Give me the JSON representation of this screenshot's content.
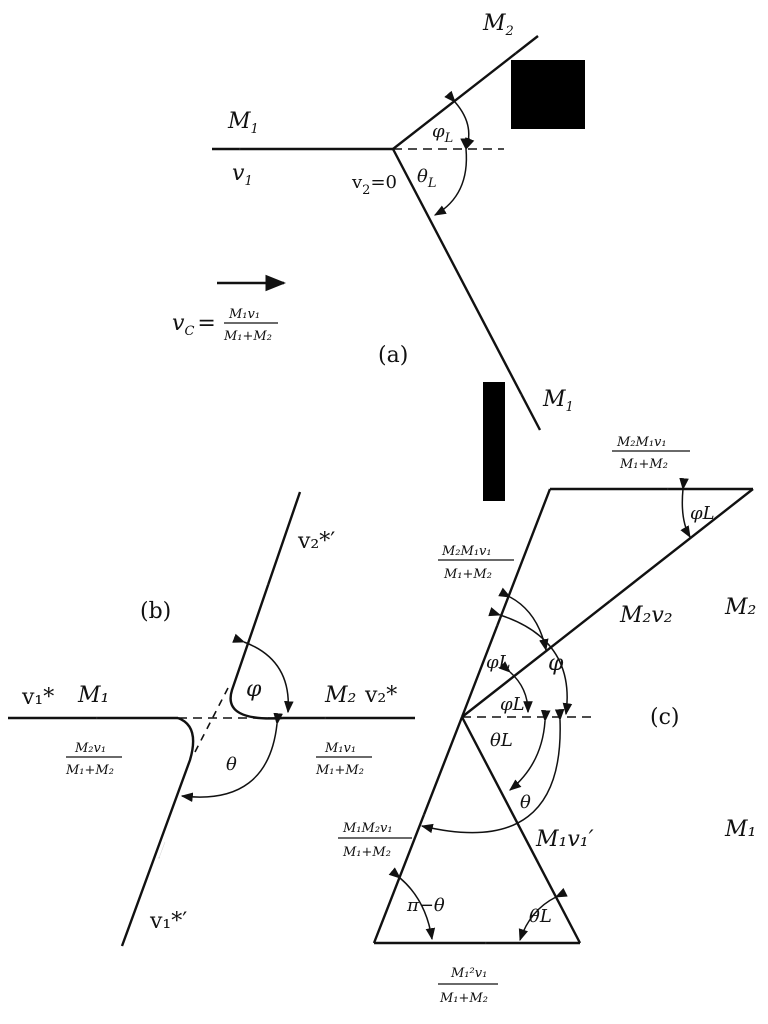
{
  "panel_a": {
    "panel_label": "(a)",
    "m2": "M",
    "m2_sub": "2",
    "m1_in": "M",
    "m1_in_sub": "1",
    "v1": "v",
    "v1_sub": "1",
    "v2_eq": "v",
    "v2_sub": "2",
    "v2_val": "=0",
    "phi_l": "φ",
    "phi_l_sub": "L",
    "theta_l": "θ",
    "theta_l_sub": "L",
    "m1_out": "M",
    "m1_out_sub": "1",
    "vc_lhs": "v",
    "vc_lhs_sub": "C",
    "vc_eq": "=",
    "vc_num": "M₁v₁",
    "vc_den": "M₁+M₂"
  },
  "panel_b": {
    "panel_label": "(b)",
    "v2_prime": "v₂*′",
    "phi": "φ",
    "theta": "θ",
    "v1_star": "v₁*",
    "m1": "M₁",
    "m2": "M₂",
    "v2_star": "v₂*",
    "left_num": "M₂v₁",
    "left_den": "M₁+M₂",
    "right_num": "M₁v₁",
    "right_den": "M₁+M₂",
    "v1_prime": "v₁*′"
  },
  "panel_c": {
    "panel_label": "(c)",
    "top_num": "M₂M₁v₁",
    "top_den": "M₁+M₂",
    "upper_left_num": "M₂M₁v₁",
    "upper_left_den": "M₁+M₂",
    "m2v2": "M₂v₂",
    "m2_label": "M₂",
    "phi_l_top": "φL",
    "phi_l_a": "φL",
    "phi": "φ",
    "phi_l_b": "φL",
    "theta_l_mid": "θL",
    "theta": "θ",
    "lower_left_num": "M₁M₂v₁",
    "lower_left_den": "M₁+M₂",
    "m1v1_prime": "M₁v₁′",
    "m1_label": "M₁",
    "pi_minus_theta": "π−θ",
    "theta_l_bottom": "θL",
    "bottom_num": "M₁²v₁",
    "bottom_den": "M₁+M₂"
  },
  "colors": {
    "ink": "#111111",
    "background": "#ffffff",
    "redaction": "#000000"
  }
}
